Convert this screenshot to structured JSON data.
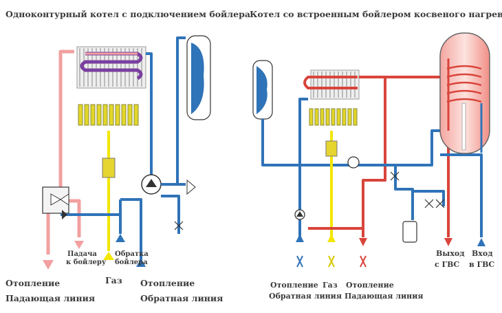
{
  "left": {
    "title": "Одноконтурный котел с подключением бойлера",
    "labels": {
      "supply_boiler_1": "Падача",
      "supply_boiler_2": "к бойлеру",
      "return_boiler_1": "Обратка",
      "return_boiler_2": "бойлера",
      "gas": "Газ",
      "heating_supply_1": "Отопление",
      "heating_supply_2": "Падающая линия",
      "heating_return_1": "Отопление",
      "heating_return_2": "Обратная линия"
    }
  },
  "right": {
    "title": "Котел со встроенным бойлером косвеного нагрева",
    "labels": {
      "heating_return_1": "Отопление",
      "heating_return_2": "Обратная линия",
      "gas": "Газ",
      "heating_supply_1": "Отопление",
      "heating_supply_2": "Падающая линия",
      "dhw_out_1": "Выход",
      "dhw_out_2": "с ГВС",
      "dhw_in_1": "Вход",
      "dhw_in_2": "в ГВС"
    }
  },
  "colors": {
    "cold_pipe": "#2f73b8",
    "hot_pipe": "#d9443b",
    "boiler_pipe": "#f2a0a0",
    "gas_pipe": "#f3e600"
  }
}
